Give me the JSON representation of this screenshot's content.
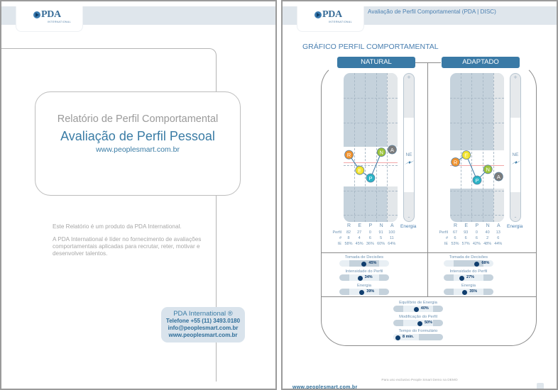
{
  "brand": {
    "name": "PDA",
    "sub": "INTERNATIONAL"
  },
  "left_page": {
    "cover": {
      "subtitle": "Relatório de Perfil Comportamental",
      "title": "Avaliação de Perfil Pessoal",
      "url": "www.peoplesmart.com.br"
    },
    "intro": [
      "Este Relatório é um produto da PDA International.",
      "A PDA International é líder no fornecimento de avaliações comportamentais aplicadas para recrutar, reter, motivar e desenvolver talentos."
    ],
    "contact": {
      "name": "PDA International ®",
      "phone": "Telefone +55 (11) 3493.0180",
      "email": "info@peoplesmart.com.br",
      "site": "www.peoplesmart.com.br"
    }
  },
  "right_page": {
    "header_title": "Avaliação de Perfil Comportamental (PDA | DISC)",
    "section_title": "GRÁFICO PERFIL COMPORTAMENTAL",
    "axis_letters": [
      "R",
      "E",
      "P",
      "N",
      "A"
    ],
    "energy_label": "Energia",
    "energy_plus": "+",
    "energy_minus": "-",
    "energy_marker": "NE",
    "row_labels": {
      "perfil": "Perfil",
      "count": "#",
      "ie": "IE"
    },
    "panels": [
      {
        "label": "NATURAL",
        "perfil": [
          82,
          27,
          0,
          91,
          100
        ],
        "count": [
          8,
          4,
          6,
          5,
          11
        ],
        "ie": [
          "58%",
          "45%",
          "36%",
          "60%",
          "64%"
        ],
        "meters": [
          {
            "label": "Tomada de Decisões",
            "value": 45,
            "text": "45%"
          },
          {
            "label": "Intensidade do Perfil",
            "value": 34,
            "text": "34%"
          },
          {
            "label": "Energia",
            "value": 39,
            "text": "39%"
          }
        ]
      },
      {
        "label": "ADAPTADO",
        "perfil": [
          67,
          93,
          0,
          40,
          13
        ],
        "count": [
          6,
          6,
          6,
          2,
          6
        ],
        "ie": [
          "53%",
          "57%",
          "42%",
          "48%",
          "44%"
        ],
        "meters": [
          {
            "label": "Tomada de Decisões",
            "value": 68,
            "text": "68%"
          },
          {
            "label": "Intensidade do Perfil",
            "value": 27,
            "text": "27%"
          },
          {
            "label": "Energia",
            "value": 35,
            "text": "35%"
          }
        ]
      }
    ],
    "summary_meters": [
      {
        "label": "Equilíbrio de Energia",
        "value": 40,
        "text": "40%"
      },
      {
        "label": "Modificação do Perfil",
        "value": 50,
        "text": "50%"
      },
      {
        "label": "Tempo do Formulário",
        "value": 8,
        "text": "8 min."
      }
    ],
    "footer_note": "Para uso exclusivo People Smart Demo na DEMO",
    "footer_url": "www.peoplesmart.com.br"
  },
  "colors": {
    "accent": "#3a7aa6",
    "R": "#f0922e",
    "E": "#f2e22a",
    "P": "#2bb3c6",
    "N": "#9cc43a",
    "A": "#7c7c7c",
    "midline": "#f2a7a7",
    "dot": "#103e6e"
  }
}
